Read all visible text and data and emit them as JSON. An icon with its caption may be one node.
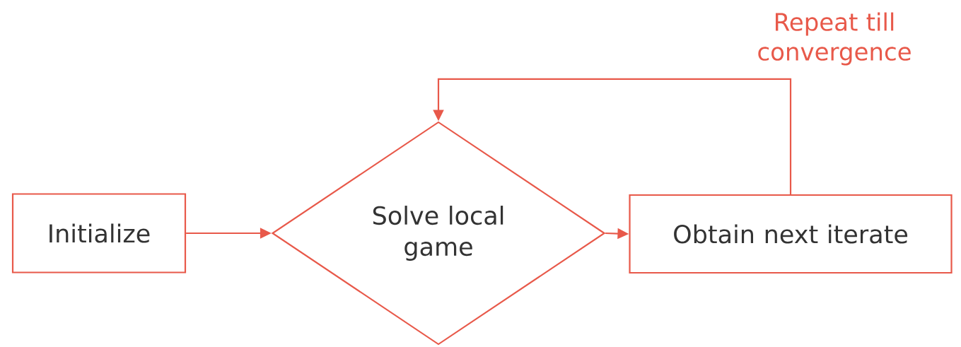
{
  "diagram": {
    "nodes": [
      {
        "text": [
          "Initialize"
        ]
      },
      {
        "text": [
          "Solve local game"
        ]
      },
      {
        "text": [
          "Obtain next iterate"
        ]
      }
    ],
    "edges": [
      {
        "from": 0,
        "to": 1,
        "arrow": "to"
      },
      {
        "from": 1,
        "to": 2,
        "arrow": "to"
      },
      {
        "from": 2,
        "to": 1,
        "arrow": "to",
        "label": "Repeat till convergence",
        "color": "#e8594a"
      }
    ]
  }
}
